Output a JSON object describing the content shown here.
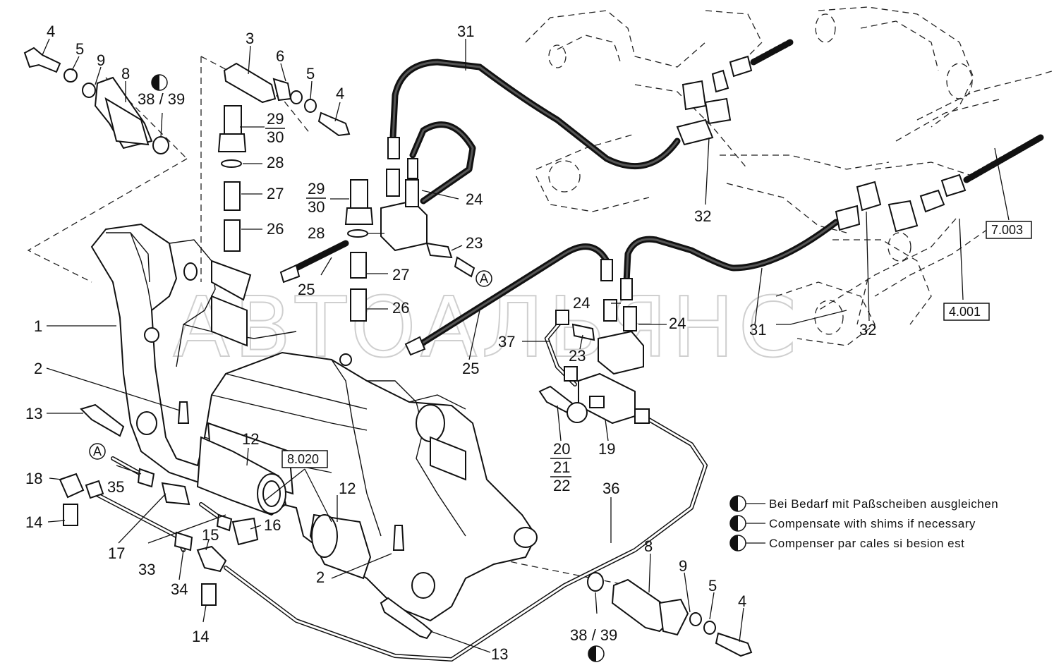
{
  "watermark": "АВТОАЛЬЯНС",
  "labels": {
    "l4a": "4",
    "l5a": "5",
    "l9a": "9",
    "l8a": "8",
    "l3839a": "38 / 39",
    "l3": "3",
    "l6": "6",
    "l5b": "5",
    "l4b": "4",
    "l29a": "29",
    "l30a": "30",
    "l28a": "28",
    "l27a": "27",
    "l26a": "26",
    "l29b": "29",
    "l30b": "30",
    "l28b": "28",
    "l25a": "25",
    "l27b": "27",
    "l26b": "26",
    "l31a": "31",
    "l24a": "24",
    "l23a": "23",
    "l32a": "32",
    "l32b": "32",
    "l31b": "31",
    "l24b": "24",
    "l24c": "24",
    "l37": "37",
    "l23b": "23",
    "l25b": "25",
    "l1": "1",
    "l2a": "2",
    "l13a": "13",
    "l12a": "12",
    "l12b": "12",
    "l18": "18",
    "l35": "35",
    "l14a": "14",
    "l17": "17",
    "l33": "33",
    "l34": "34",
    "l16": "16",
    "l15": "15",
    "l14b": "14",
    "l2b": "2",
    "l13b": "13",
    "l20": "20",
    "l21": "21",
    "l22": "22",
    "l19": "19",
    "l36": "36",
    "l8b": "8",
    "l9b": "9",
    "l5c": "5",
    "l4c": "4",
    "l3839b": "38 / 39",
    "circleA1": "A",
    "circleA2": "A"
  },
  "refs": {
    "r7003": "7.003",
    "r4001": "4.001",
    "r8020": "8.020"
  },
  "notes": [
    "Bei Bedarf mit Paßscheiben ausgleichen",
    "Compensate with shims if necessary",
    "Compenser par cales si besion est"
  ]
}
